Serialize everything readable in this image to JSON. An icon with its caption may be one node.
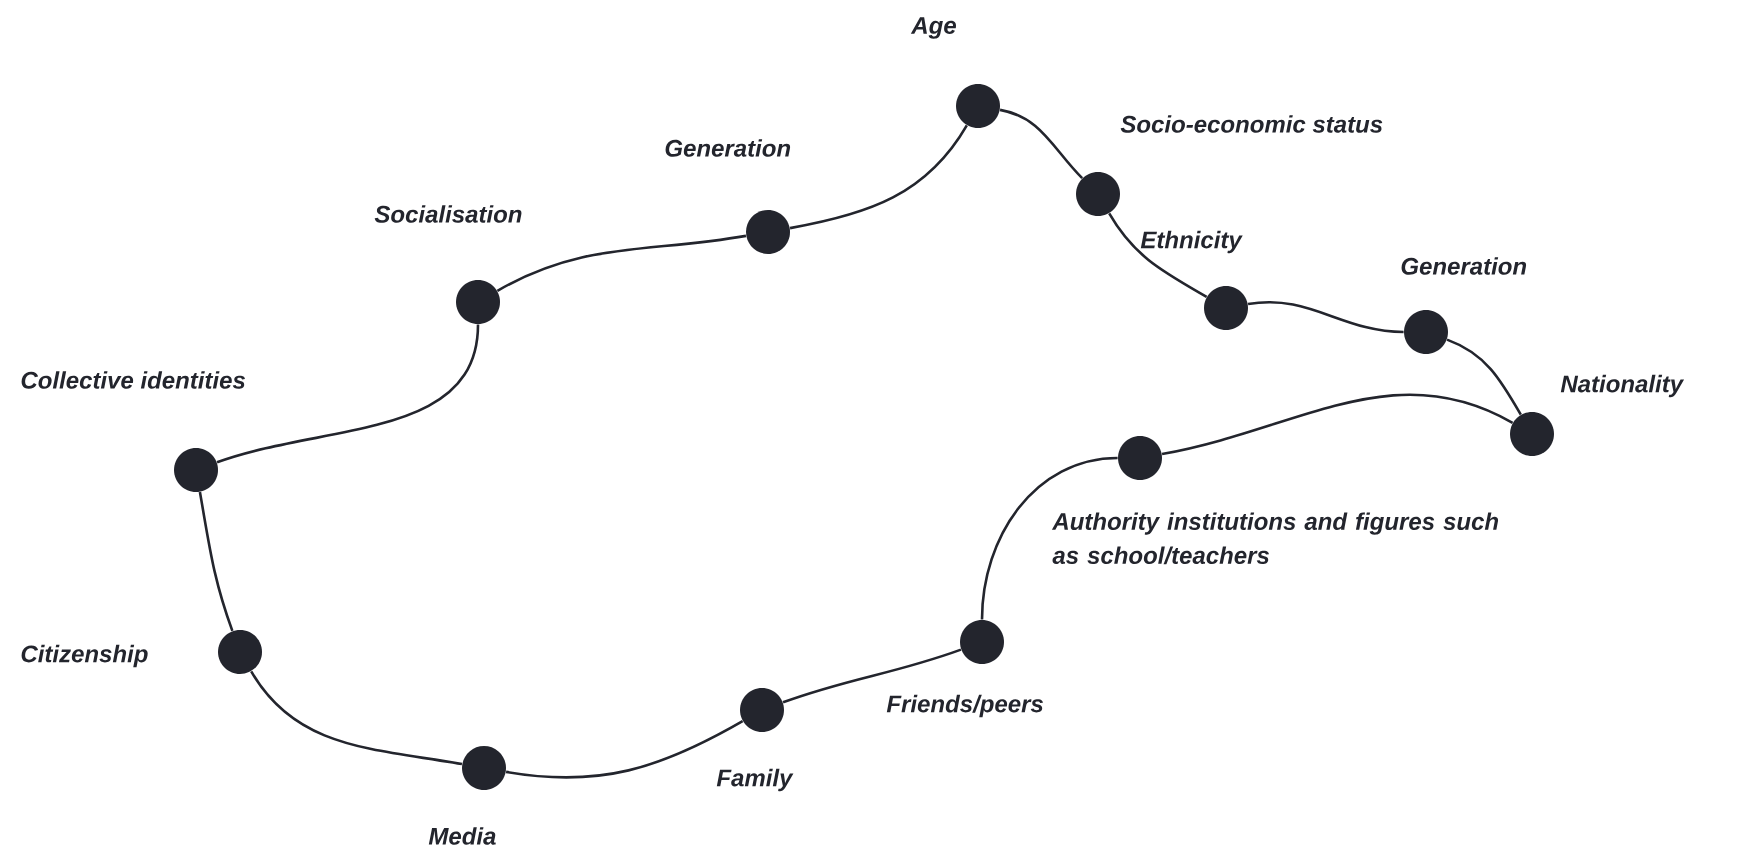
{
  "diagram": {
    "nodes": [
      {
        "text": [],
        "shape": "circle",
        "beside": [
          "Age"
        ]
      },
      {
        "text": [],
        "shape": "circle",
        "beside": [
          "Socio-economic status"
        ]
      },
      {
        "text": [],
        "shape": "circle",
        "beside": [
          "Ethnicity"
        ]
      },
      {
        "text": [],
        "shape": "circle",
        "beside": [
          "Generation"
        ]
      },
      {
        "text": [],
        "shape": "circle",
        "beside": [
          "Nationality"
        ]
      },
      {
        "text": [],
        "shape": "circle",
        "beside": [
          "Authority institutions and figures such as school/teachers"
        ]
      },
      {
        "text": [],
        "shape": "circle",
        "beside": [
          "Friends/peers"
        ]
      },
      {
        "text": [],
        "shape": "circle",
        "beside": [
          "Family"
        ]
      },
      {
        "text": [],
        "shape": "circle",
        "beside": [
          "Media"
        ]
      },
      {
        "text": [],
        "shape": "circle",
        "beside": [
          "Citizenship"
        ]
      },
      {
        "text": [],
        "shape": "circle",
        "beside": [
          "Collective identities"
        ]
      },
      {
        "text": [],
        "shape": "circle",
        "beside": [
          "Socialisation"
        ]
      },
      {
        "text": [],
        "shape": "circle",
        "beside": [
          "Generation"
        ]
      }
    ],
    "edges": [
      {
        "from": 0,
        "to": 1,
        "arrow": "none"
      },
      {
        "from": 1,
        "to": 2,
        "arrow": "none"
      },
      {
        "from": 2,
        "to": 3,
        "arrow": "none"
      },
      {
        "from": 3,
        "to": 4,
        "arrow": "none"
      },
      {
        "from": 4,
        "to": 5,
        "arrow": "none"
      },
      {
        "from": 5,
        "to": 6,
        "arrow": "none"
      },
      {
        "from": 6,
        "to": 7,
        "arrow": "none"
      },
      {
        "from": 7,
        "to": 8,
        "arrow": "none"
      },
      {
        "from": 8,
        "to": 9,
        "arrow": "none"
      },
      {
        "from": 9,
        "to": 10,
        "arrow": "none"
      },
      {
        "from": 10,
        "to": 11,
        "arrow": "none"
      },
      {
        "from": 11,
        "to": 12,
        "arrow": "none"
      },
      {
        "from": 12,
        "to": 0,
        "arrow": "none"
      }
    ]
  }
}
